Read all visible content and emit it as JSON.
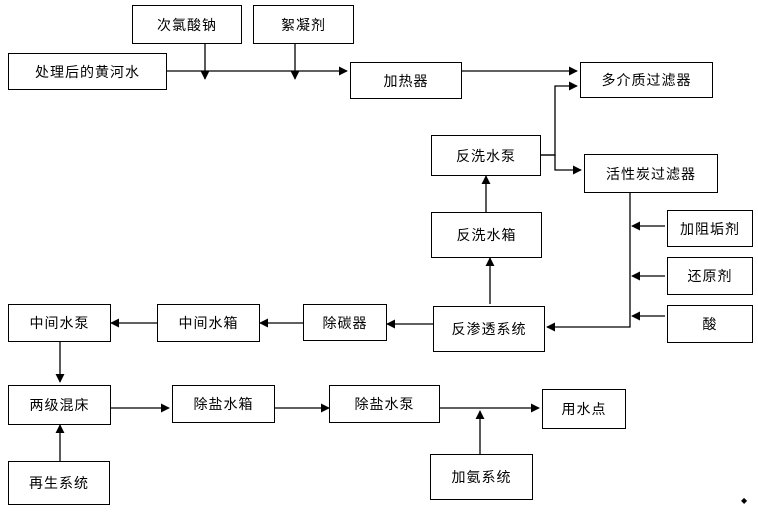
{
  "diagram": {
    "nodes": {
      "treated_water": "处理后的黄河水",
      "sodium_hypochlorite": "次氯酸钠",
      "flocculant": "絮凝剂",
      "heater": "加热器",
      "multi_media_filter": "多介质过滤器",
      "backwash_pump": "反洗水泵",
      "activated_carbon_filter": "活性炭过滤器",
      "backwash_tank": "反洗水箱",
      "antiscalant": "加阻垢剂",
      "reducing_agent": "还原剂",
      "acid": "酸",
      "ro_system": "反渗透系统",
      "decarbonizer": "除碳器",
      "intermediate_tank": "中间水箱",
      "intermediate_pump": "中间水泵",
      "mixed_bed": "两级混床",
      "regeneration_system": "再生系统",
      "demin_tank": "除盐水箱",
      "demin_pump": "除盐水泵",
      "water_point": "用水点",
      "ammonia_dosing": "加氨系统"
    }
  }
}
